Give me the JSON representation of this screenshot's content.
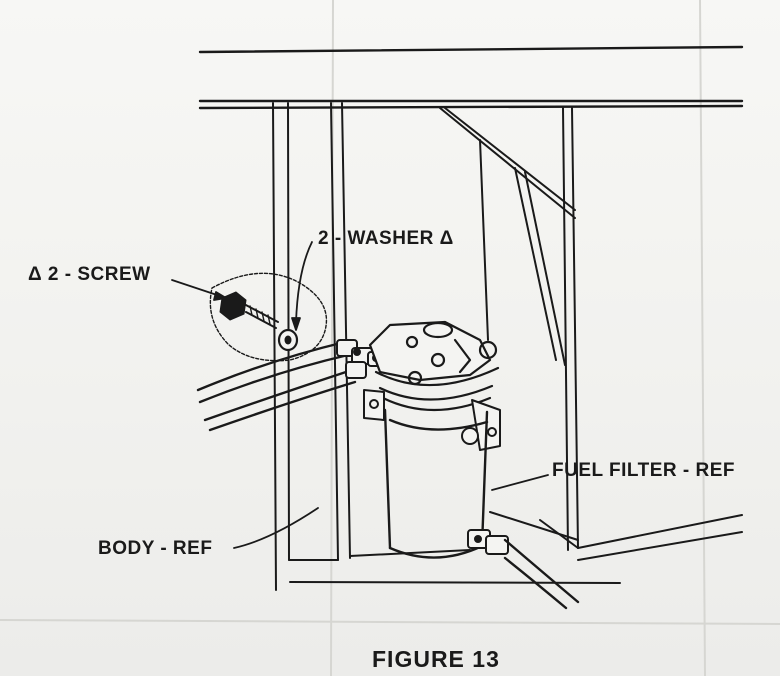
{
  "labels": {
    "washer": "2 - WASHER Δ",
    "screw": "Δ 2 - SCREW",
    "fuel_filter": "FUEL FILTER - REF",
    "body": "BODY - REF",
    "figure": "FIGURE 13"
  },
  "colors": {
    "ink": "#1a1a1a",
    "paper": "#f4f4f2"
  }
}
